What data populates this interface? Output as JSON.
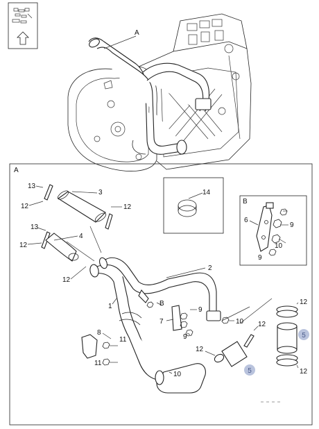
{
  "top_view": {
    "callout_A": "A",
    "direction_icon": "forward-direction-icon"
  },
  "main_view": {
    "view_label": "A",
    "callouts": {
      "n1": "1",
      "n2": "2",
      "n3": "3",
      "n4": "4",
      "n5a": "5",
      "n5b": "5",
      "n6": "6",
      "n7": "7",
      "n8": "8",
      "n9a": "9",
      "n9b": "9",
      "n9c": "9",
      "n9d": "9",
      "n10a": "10",
      "n10b": "10",
      "n10c": "10",
      "n11a": "11",
      "n11b": "11",
      "n12a": "12",
      "n12b": "12",
      "n12c": "12",
      "n12d": "12",
      "n12e": "12",
      "n12f": "12",
      "n12g": "12",
      "n12h": "12",
      "n13a": "13",
      "n13b": "13",
      "n14": "14",
      "ref_B": "B"
    }
  },
  "detail_B": {
    "label": "B",
    "callouts": {
      "n6": "6",
      "n9a": "9",
      "n9b": "9",
      "n10": "10"
    }
  },
  "detail_14": {
    "callout": "14"
  },
  "colors": {
    "line": "#222222",
    "highlight_badge": "#b9c3dd",
    "badge_text": "#4a5a8a"
  }
}
